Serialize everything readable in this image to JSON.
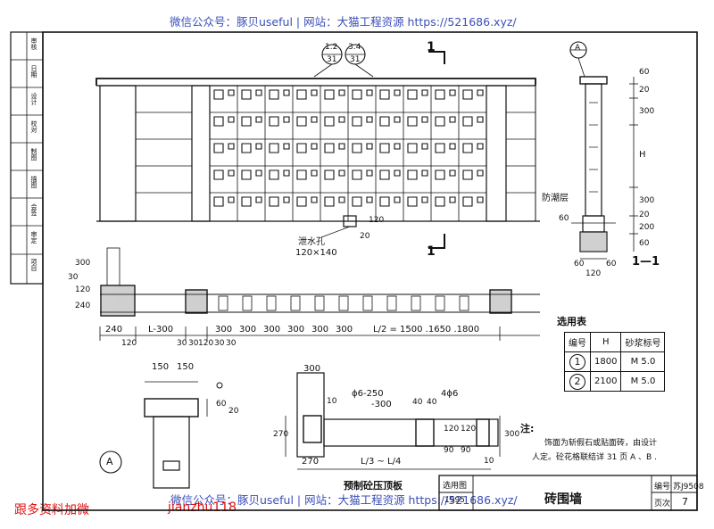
{
  "watermark": {
    "top": "微信公众号：豚贝useful | 网站：大猫工程资源 https://521686.xyz/",
    "bottom": "微信公众号：豚贝useful | 网站：大猫工程资源 https://521686.xyz/",
    "left_red": "跟多资料加微",
    "wechat_id": "jianzhu118"
  },
  "title_block": {
    "title": "砖围墙",
    "atlas_label": "选用图",
    "year": "1995",
    "code_label": "编号",
    "code": "苏J9508",
    "page_label": "页次",
    "page": "7"
  },
  "side_strip": [
    "审核",
    "日期",
    "设计",
    "校对",
    "制图",
    "描图",
    "会签",
    "审定",
    "项目"
  ],
  "callouts": {
    "ref_left_top": "1.2",
    "ref_left_bottom": "31",
    "ref_right_top": "3.4",
    "ref_right_bottom": "31",
    "section_mark": "1",
    "detail_a": "A",
    "section_title": "1—1",
    "drain_label": "泄水孔",
    "drain_size": "120×140",
    "drain_dim1": "20",
    "drain_dim2": "120",
    "dpc_label": "防潮层",
    "precast_label": "预制砼压顶板"
  },
  "section_dims": {
    "d60_top": "60",
    "d20_top": "20",
    "d300_a": "300",
    "d_H": "H",
    "d300_b": "300",
    "d20_b": "20",
    "d200": "200",
    "d60_bottom": "60",
    "d60_left_mark": "60",
    "base_left": "60",
    "base_right": "60",
    "base_width": "120"
  },
  "plan_dims": {
    "v300": "300",
    "v120": "120",
    "v30": "30",
    "v240": "240",
    "d240": "240",
    "dL300": "L-300",
    "dL2": "L/2 = 1500 .1650 .1800",
    "dims_row": [
      "300",
      "300",
      "300",
      "300",
      "300",
      "300"
    ],
    "sub_120": "120",
    "sub_30a": "30",
    "sub_30b": "30",
    "sub_120b": "120",
    "sub_30c": "30",
    "sub_30d": "30"
  },
  "detail_dims": {
    "w150a": "150",
    "w150b": "150",
    "h60": "60",
    "h20": "20",
    "p300": "300",
    "rebar1": "ϕ6-250",
    "rebar1b": "-300",
    "rebar2": "4ϕ6",
    "d10": "10",
    "d40a": "40",
    "d40b": "40",
    "d270v": "270",
    "d270h": "270",
    "dL3L4": "L/3 ~ L/4",
    "d120a": "120",
    "d120b": "120",
    "d90a": "90",
    "d90b": "90",
    "d300v": "300",
    "d10b": "10"
  },
  "selection_table": {
    "title": "选用表",
    "headers": [
      "编号",
      "H",
      "砂浆标号"
    ],
    "rows": [
      {
        "no": "1",
        "h": "1800",
        "mortar": "M 5.0"
      },
      {
        "no": "2",
        "h": "2100",
        "mortar": "M 5.0"
      }
    ]
  },
  "notes": {
    "label": "注:",
    "line1": "饰面为斩假石或贴面砖，由设计",
    "line2": "人定。砼花格联结详 31 页 A 、B ."
  }
}
